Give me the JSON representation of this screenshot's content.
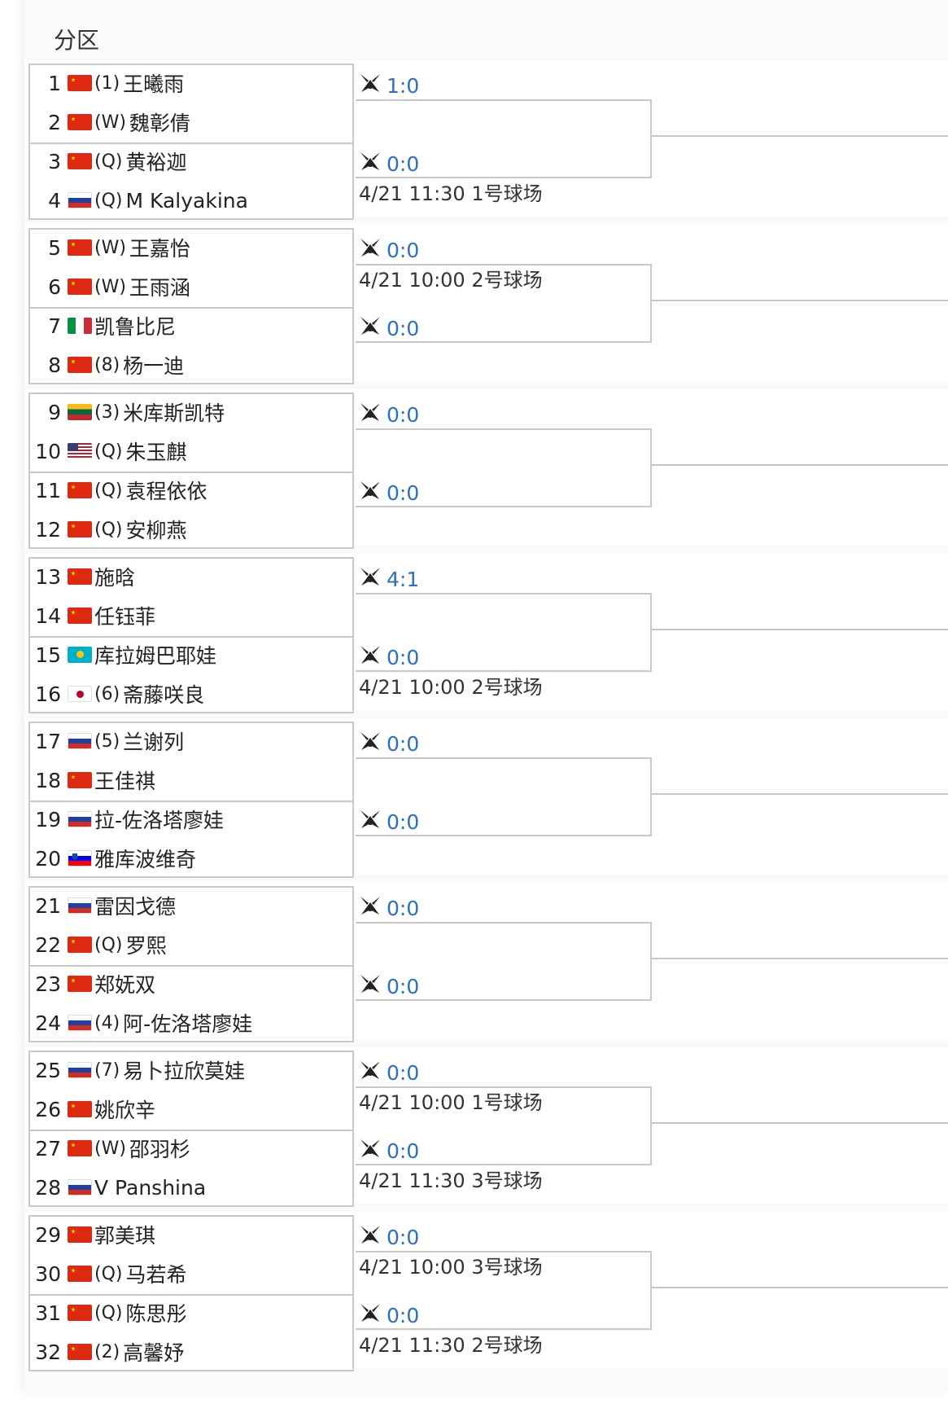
{
  "header": {
    "title": "分区"
  },
  "colors": {
    "score": "#2a6fc9",
    "border": "#c9c9c9"
  },
  "icons": {
    "match_icon": "badminton-shuttle-icon"
  },
  "players": [
    {
      "num": "1",
      "flag": "cn",
      "tag": "(1)",
      "name": "王曦雨"
    },
    {
      "num": "2",
      "flag": "cn",
      "tag": "(W)",
      "name": "魏彰倩"
    },
    {
      "num": "3",
      "flag": "cn",
      "tag": "(Q)",
      "name": "黄裕迦"
    },
    {
      "num": "4",
      "flag": "ru",
      "tag": "(Q)",
      "name": "M Kalyakina"
    },
    {
      "num": "5",
      "flag": "cn",
      "tag": "(W)",
      "name": "王嘉怡"
    },
    {
      "num": "6",
      "flag": "cn",
      "tag": "(W)",
      "name": "王雨涵"
    },
    {
      "num": "7",
      "flag": "it",
      "tag": "",
      "name": "凯鲁比尼"
    },
    {
      "num": "8",
      "flag": "cn",
      "tag": "(8)",
      "name": "杨一迪"
    },
    {
      "num": "9",
      "flag": "lt",
      "tag": "(3)",
      "name": "米库斯凯特"
    },
    {
      "num": "10",
      "flag": "us",
      "tag": "(Q)",
      "name": "朱玉麒"
    },
    {
      "num": "11",
      "flag": "cn",
      "tag": "(Q)",
      "name": "袁程依依"
    },
    {
      "num": "12",
      "flag": "cn",
      "tag": "(Q)",
      "name": "安柳燕"
    },
    {
      "num": "13",
      "flag": "cn",
      "tag": "",
      "name": "施晗"
    },
    {
      "num": "14",
      "flag": "cn",
      "tag": "",
      "name": "任钰菲"
    },
    {
      "num": "15",
      "flag": "kz",
      "tag": "",
      "name": "库拉姆巴耶娃"
    },
    {
      "num": "16",
      "flag": "jp",
      "tag": "(6)",
      "name": "斋藤咲良"
    },
    {
      "num": "17",
      "flag": "ru",
      "tag": "(5)",
      "name": "兰谢列"
    },
    {
      "num": "18",
      "flag": "cn",
      "tag": "",
      "name": "王佳祺"
    },
    {
      "num": "19",
      "flag": "ru",
      "tag": "",
      "name": "拉-佐洛塔廖娃"
    },
    {
      "num": "20",
      "flag": "si",
      "tag": "",
      "name": "雅库波维奇"
    },
    {
      "num": "21",
      "flag": "ru",
      "tag": "",
      "name": "雷因戈德"
    },
    {
      "num": "22",
      "flag": "cn",
      "tag": "(Q)",
      "name": "罗熙"
    },
    {
      "num": "23",
      "flag": "cn",
      "tag": "",
      "name": "郑妩双"
    },
    {
      "num": "24",
      "flag": "ru",
      "tag": "(4)",
      "name": "阿-佐洛塔廖娃"
    },
    {
      "num": "25",
      "flag": "ru",
      "tag": "(7)",
      "name": "易卜拉欣莫娃"
    },
    {
      "num": "26",
      "flag": "cn",
      "tag": "",
      "name": "姚欣辛"
    },
    {
      "num": "27",
      "flag": "cn",
      "tag": "(W)",
      "name": "邵羽杉"
    },
    {
      "num": "28",
      "flag": "ru",
      "tag": "",
      "name": "V Panshina"
    },
    {
      "num": "29",
      "flag": "cn",
      "tag": "",
      "name": "郭美琪"
    },
    {
      "num": "30",
      "flag": "cn",
      "tag": "(Q)",
      "name": "马若希"
    },
    {
      "num": "31",
      "flag": "cn",
      "tag": "(Q)",
      "name": "陈思彤"
    },
    {
      "num": "32",
      "flag": "cn",
      "tag": "(2)",
      "name": "高馨妤"
    }
  ],
  "matches": [
    {
      "score": "1:0",
      "schedule": ""
    },
    {
      "score": "0:0",
      "schedule": "4/21 11:30 1号球场"
    },
    {
      "score": "0:0",
      "schedule": "4/21 10:00 2号球场"
    },
    {
      "score": "0:0",
      "schedule": ""
    },
    {
      "score": "0:0",
      "schedule": ""
    },
    {
      "score": "0:0",
      "schedule": ""
    },
    {
      "score": "4:1",
      "schedule": ""
    },
    {
      "score": "0:0",
      "schedule": "4/21 10:00 2号球场"
    },
    {
      "score": "0:0",
      "schedule": ""
    },
    {
      "score": "0:0",
      "schedule": ""
    },
    {
      "score": "0:0",
      "schedule": ""
    },
    {
      "score": "0:0",
      "schedule": ""
    },
    {
      "score": "0:0",
      "schedule": "4/21 10:00 1号球场"
    },
    {
      "score": "0:0",
      "schedule": "4/21 11:30 3号球场"
    },
    {
      "score": "0:0",
      "schedule": "4/21 10:00 3号球场"
    },
    {
      "score": "0:0",
      "schedule": "4/21 11:30 2号球场"
    }
  ]
}
